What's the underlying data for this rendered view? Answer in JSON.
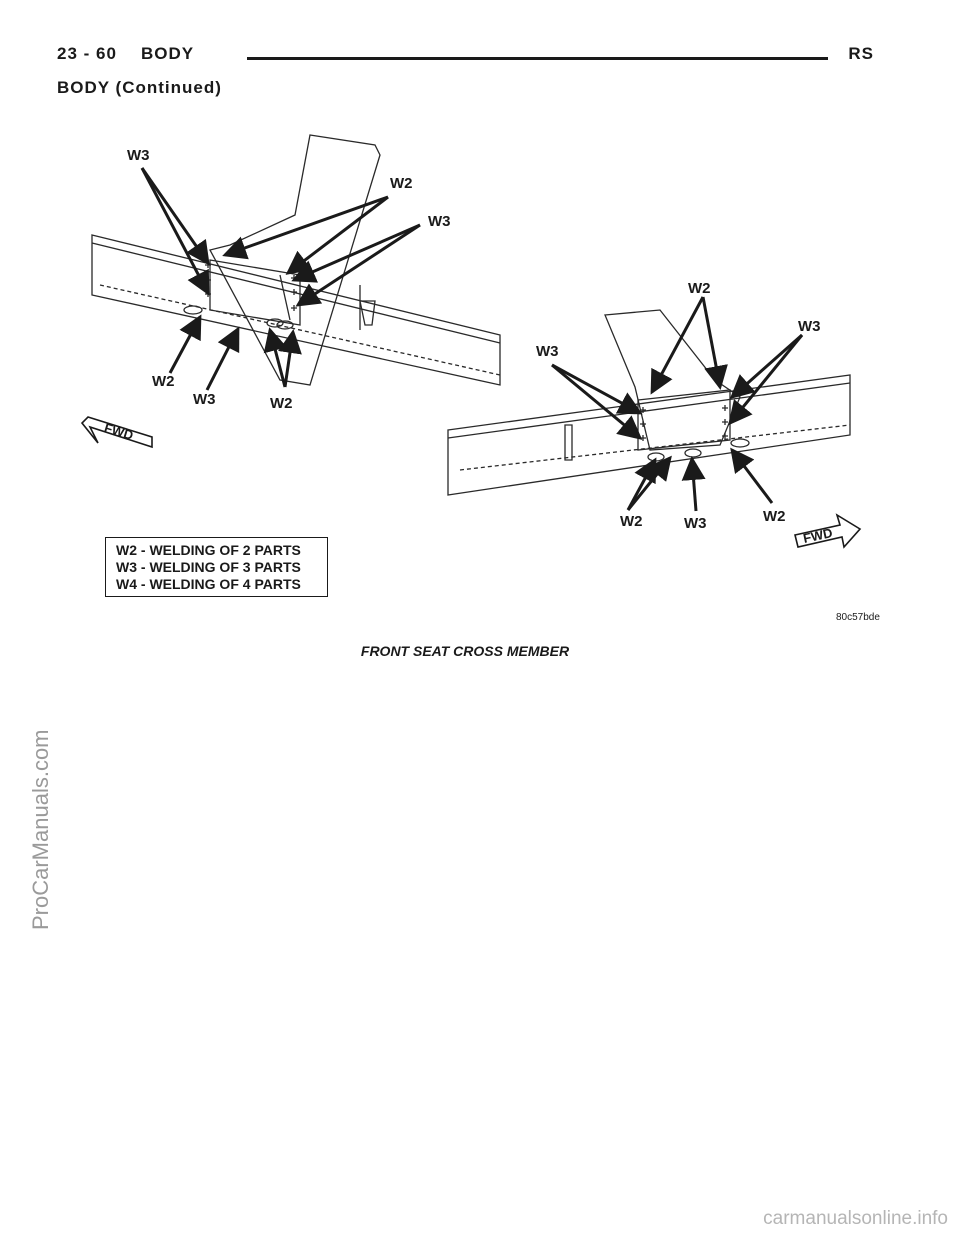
{
  "header": {
    "page_number": "23 - 60",
    "section": "BODY",
    "model": "RS"
  },
  "subheader": "BODY (Continued)",
  "figure": {
    "labels": {
      "w3_top_left": "W3",
      "w2_top_left": "W2",
      "w3_top_mid": "W3",
      "w2_bottom_left": "W2",
      "w3_bottom_left": "W3",
      "w2_bottom_mid": "W2",
      "w2_top_right": "W2",
      "w3_top_right": "W3",
      "w3_mid_right": "W3",
      "w2_bottom_right_a": "W2",
      "w3_bottom_right": "W3",
      "w2_bottom_right_b": "W2",
      "fwd_left": "FWD",
      "fwd_right": "FWD"
    },
    "legend": [
      "W2 - WELDING OF 2 PARTS",
      "W3 - WELDING OF 3 PARTS",
      "W4 - WELDING OF 4 PARTS"
    ],
    "code": "80c57bde",
    "caption": "FRONT SEAT CROSS MEMBER"
  },
  "watermarks": {
    "side": "ProCarManuals.com",
    "bottom": "carmanualsonline.info"
  }
}
